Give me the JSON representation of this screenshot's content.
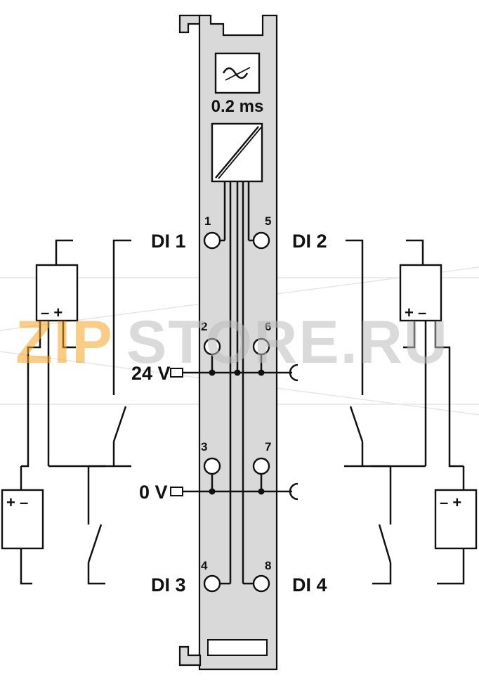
{
  "module": {
    "filter_time": "0.2 ms",
    "supply_plus": "24 V",
    "supply_minus": "0 V"
  },
  "channels": {
    "di1": "DI 1",
    "di2": "DI 2",
    "di3": "DI 3",
    "di4": "DI 4"
  },
  "terminals": [
    "1",
    "2",
    "3",
    "4",
    "5",
    "6",
    "7",
    "8"
  ],
  "sources": {
    "left_top_polarity": "– +",
    "right_top_polarity": "+ –",
    "left_bottom_polarity": "+ –",
    "right_bottom_polarity": "– +"
  },
  "watermark": {
    "text_part1": "ZIP",
    "text_part2": "STORE.RU",
    "color1": "#f5a623",
    "color2": "#bdbdbd"
  },
  "colors": {
    "module_body": "#d9d9d9",
    "line": "#111111"
  }
}
